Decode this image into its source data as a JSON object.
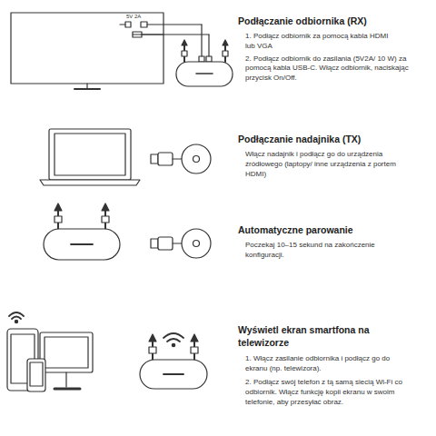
{
  "diagram": {
    "labels": [
      "5V 2A",
      "Podłączanie odbiornika (RX)",
      "1. Podłącz odbiornik za pomocą kabla HDMI lub VGA",
      "2. Podłącz odbiornik do zasilania (5V2A/ 10 W) za pomocą kabla USB-C. Włącz odbiornik, naciskając przycisk On/Off.",
      "Podłączanie nadajnika (TX)",
      "Włącz nadajnik i podłącz go do urządzenia źródłowego (laptopy/ inne urządzenia z portem HDMI)",
      "Automatyczne parowanie",
      "Poczekaj 10–15 sekund na zakończenie konfiguracji.",
      "Wyświetl ekran smartfona na telewizorze",
      "1. Włącz zasilanie odbiornika i podłącz go do ekranu (np. telewizora).",
      "2. Podłącz swój telefon z tą samą siecią Wi-Fi co odbiornik. Włącz funkcję kopii ekranu w swoim telefonie, aby przesyłać obraz."
    ]
  }
}
